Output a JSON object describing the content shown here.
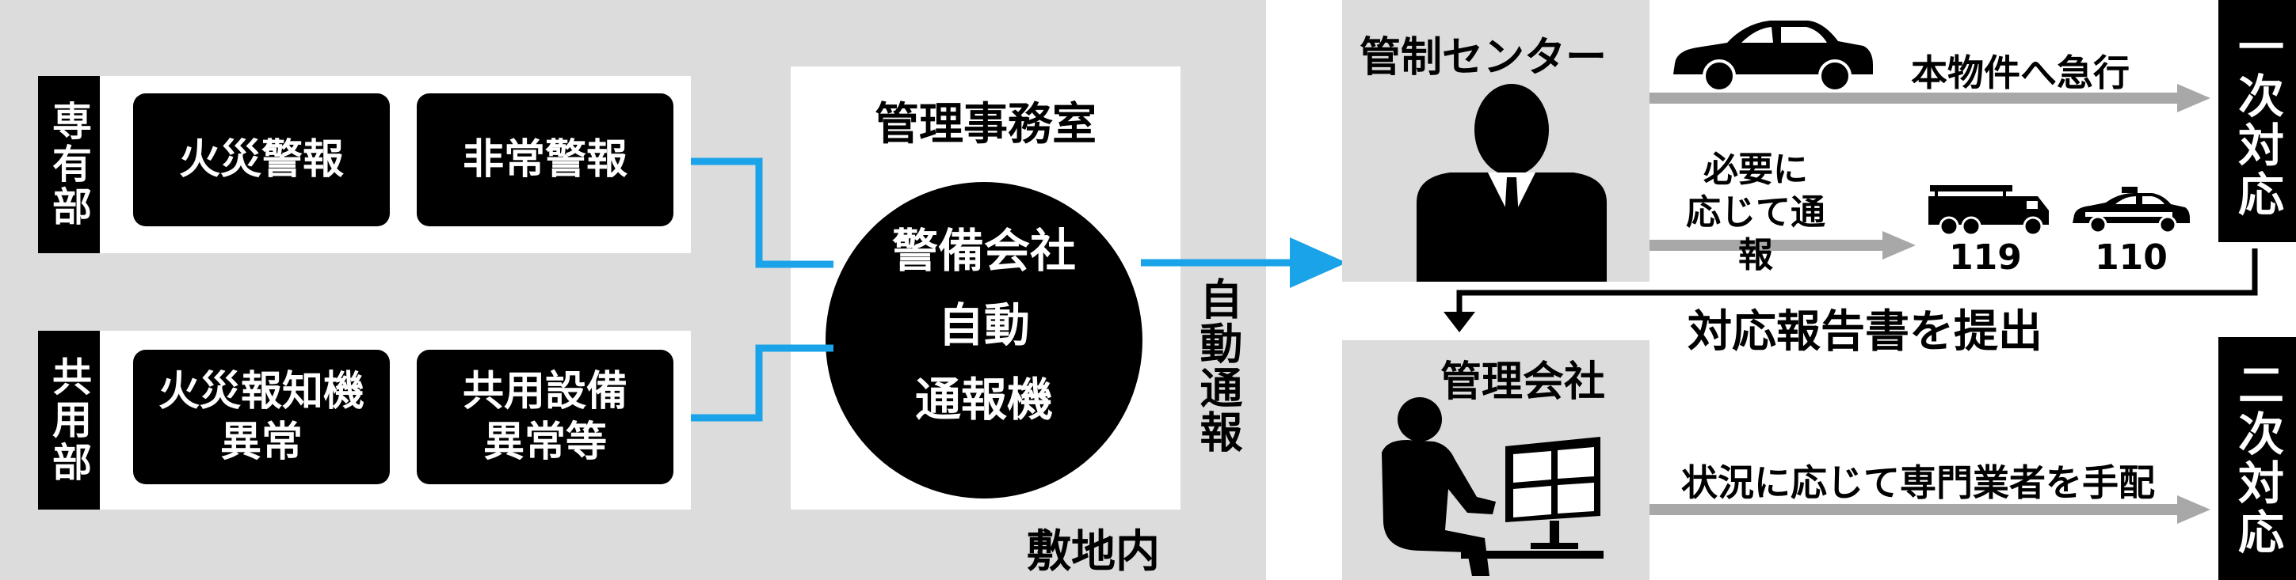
{
  "colors": {
    "site_bg": "#dcdcdc",
    "connector_blue": "#1aa3e8",
    "arrow_gray": "#a8a8a8",
    "black": "#000000"
  },
  "site": {
    "area_label": "敷地内",
    "private_area": {
      "label": "専有部",
      "items": [
        "火災警報",
        "非常警報"
      ]
    },
    "common_area": {
      "label": "共用部",
      "items": [
        "火災報知機\n異常",
        "共用設備\n異常等"
      ]
    },
    "office": {
      "title": "管理事務室",
      "device": [
        "警備会社",
        "自動",
        "通報機"
      ]
    },
    "auto_report_label": "自動通報"
  },
  "control_center": {
    "title": "管制センター",
    "action_rush": "本物件へ急行",
    "action_call": "必要に\n応じて通報",
    "fire_number": "119",
    "police_number": "110"
  },
  "report_label": "対応報告書を提出",
  "management_company": {
    "title": "管理会社",
    "action": "状況に応じて専門業者を手配"
  },
  "response_levels": {
    "primary": "一次対応",
    "secondary": "二次対応"
  },
  "icons": [
    "car-icon",
    "fire-truck-icon",
    "police-car-icon",
    "businessman-icon",
    "operator-at-monitor-icon"
  ]
}
